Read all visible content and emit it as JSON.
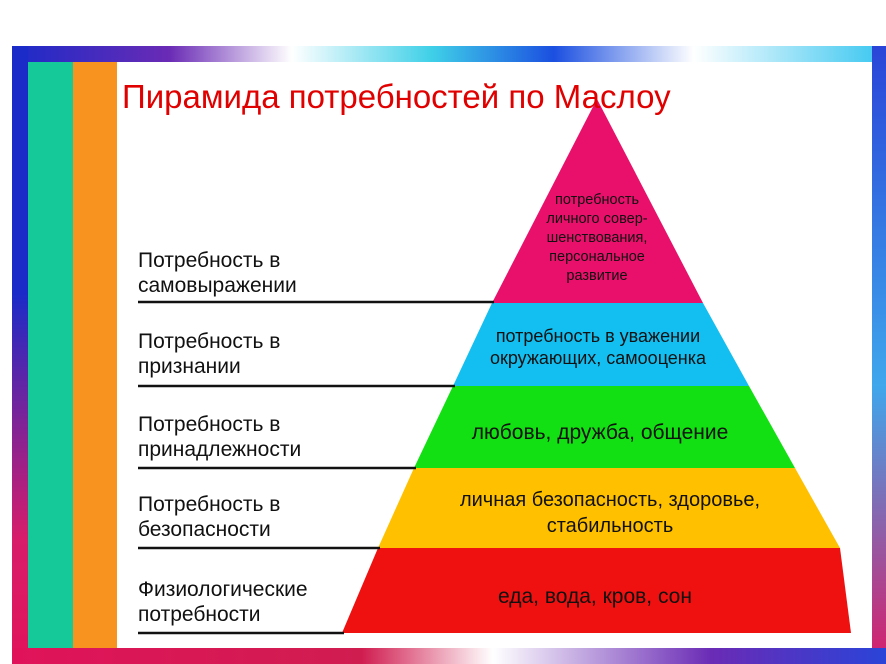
{
  "title": "Пирамида потребностей по  Маслоу",
  "colors": {
    "teal_strip": "#16c998",
    "orange_strip": "#f7931e",
    "title_red": "#e00000",
    "tier_top": "#e8106a",
    "tier_2": "#12bff0",
    "tier_3": "#12e012",
    "tier_4": "#ffc000",
    "tier_5": "#ef1010"
  },
  "levels": [
    {
      "label_lines": [
        "Потребность в",
        "самовыражении"
      ],
      "tier_lines": [
        "потребность",
        "личного совер-",
        "шенствования,",
        "персональное",
        "развитие"
      ]
    },
    {
      "label_lines": [
        "Потребность в",
        "признании"
      ],
      "tier_lines": [
        "потребность в уважении",
        "окружающих, самооценка"
      ]
    },
    {
      "label_lines": [
        "Потребность в",
        "принадлежности"
      ],
      "tier_lines": [
        "любовь, дружба, общение"
      ]
    },
    {
      "label_lines": [
        "Потребность в",
        "безопасности"
      ],
      "tier_lines": [
        "личная безопасность, здоровье,",
        "стабильность"
      ]
    },
    {
      "label_lines": [
        "Физиологические",
        "потребности"
      ],
      "tier_lines": [
        "еда, вода, кров, сон"
      ]
    }
  ]
}
